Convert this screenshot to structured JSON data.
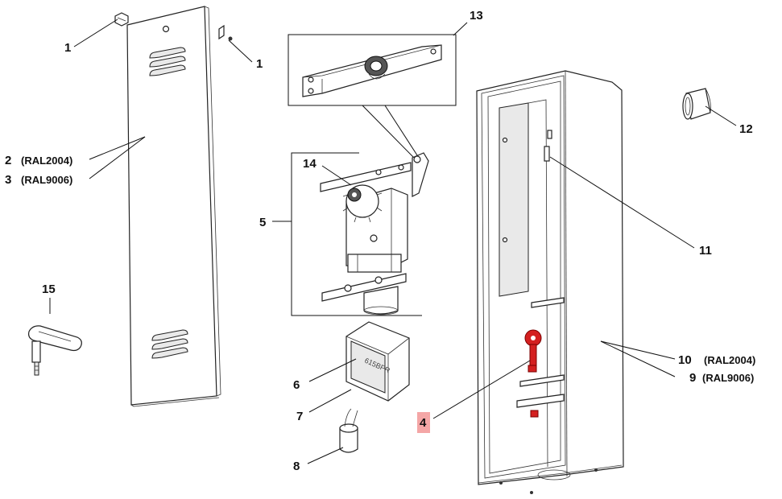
{
  "callouts": {
    "c1a": "1",
    "c1b": "1",
    "c2": "2",
    "c2_note": "(RAL2004)",
    "c3": "3",
    "c3_note": "(RAL9006)",
    "c4": "4",
    "c5": "5",
    "c6": "6",
    "c7": "7",
    "c8": "8",
    "c9": "9",
    "c9_note": "(RAL9006)",
    "c10": "10",
    "c10_note": "(RAL2004)",
    "c11": "11",
    "c12": "12",
    "c13": "13",
    "c14": "14",
    "c15": "15"
  },
  "part_text": {
    "motor_marking": "615BPR"
  },
  "colors": {
    "highlight_part": "#d42020",
    "highlight_badge": "#f4a6a6"
  }
}
